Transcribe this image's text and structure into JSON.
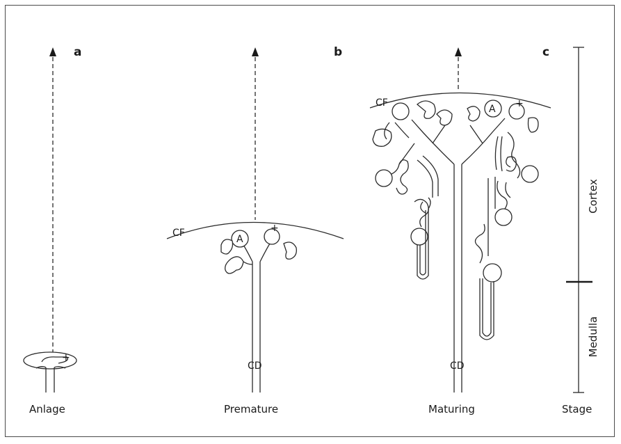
{
  "panels": {
    "a": {
      "letter": "a",
      "stage": "Anlage",
      "marker": "+"
    },
    "b": {
      "letter": "b",
      "stage": "Premature",
      "capsule_fold": "CF",
      "ampulla": "A",
      "marker": "+",
      "duct": "CD"
    },
    "c": {
      "letter": "c",
      "stage": "Maturing",
      "capsule_fold": "CF",
      "ampulla": "A",
      "marker": "+",
      "duct": "CD"
    }
  },
  "axis": {
    "label": "Stage",
    "regions": [
      "Cortex",
      "Medulla"
    ]
  }
}
